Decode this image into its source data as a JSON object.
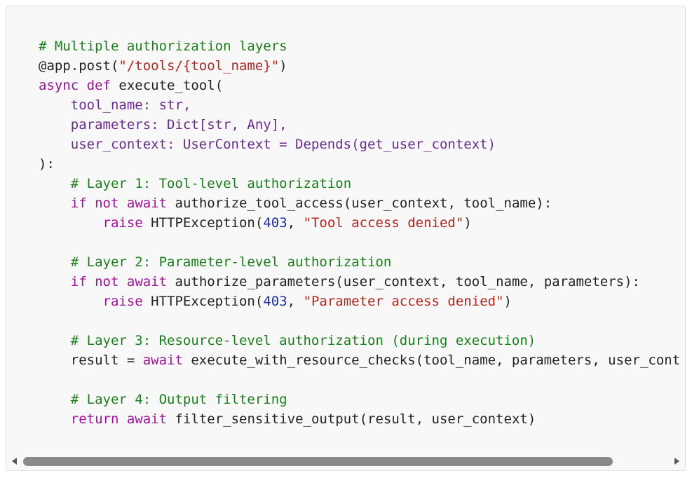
{
  "code": {
    "lines": [
      [
        {
          "t": "# Multiple authorization layers",
          "c": "cm"
        }
      ],
      [
        {
          "t": "@app.post(",
          "c": "fn"
        },
        {
          "t": "\"/tools/{tool_name}\"",
          "c": "st"
        },
        {
          "t": ")",
          "c": "fn"
        }
      ],
      [
        {
          "t": "async",
          "c": "kw"
        },
        {
          "t": " ",
          "c": "fn"
        },
        {
          "t": "def",
          "c": "kw"
        },
        {
          "t": " execute_tool(",
          "c": "fn"
        }
      ],
      [
        {
          "t": "    tool_name: str,",
          "c": "pm"
        }
      ],
      [
        {
          "t": "    parameters: Dict[str, Any],",
          "c": "pm"
        }
      ],
      [
        {
          "t": "    user_context: UserContext = Depends(get_user_context)",
          "c": "pm"
        }
      ],
      [
        {
          "t": "):",
          "c": "fn"
        }
      ],
      [
        {
          "t": "    ",
          "c": "fn"
        },
        {
          "t": "# Layer 1: Tool-level authorization",
          "c": "cm"
        }
      ],
      [
        {
          "t": "    ",
          "c": "fn"
        },
        {
          "t": "if",
          "c": "kw"
        },
        {
          "t": " ",
          "c": "fn"
        },
        {
          "t": "not",
          "c": "kw"
        },
        {
          "t": " ",
          "c": "fn"
        },
        {
          "t": "await",
          "c": "kw"
        },
        {
          "t": " authorize_tool_access(user_context, tool_name):",
          "c": "fn"
        }
      ],
      [
        {
          "t": "        ",
          "c": "fn"
        },
        {
          "t": "raise",
          "c": "kw"
        },
        {
          "t": " HTTPException(",
          "c": "fn"
        },
        {
          "t": "403",
          "c": "nm"
        },
        {
          "t": ", ",
          "c": "fn"
        },
        {
          "t": "\"Tool access denied\"",
          "c": "st"
        },
        {
          "t": ")",
          "c": "fn"
        }
      ],
      [
        {
          "t": "",
          "c": "fn"
        }
      ],
      [
        {
          "t": "    ",
          "c": "fn"
        },
        {
          "t": "# Layer 2: Parameter-level authorization",
          "c": "cm"
        }
      ],
      [
        {
          "t": "    ",
          "c": "fn"
        },
        {
          "t": "if",
          "c": "kw"
        },
        {
          "t": " ",
          "c": "fn"
        },
        {
          "t": "not",
          "c": "kw"
        },
        {
          "t": " ",
          "c": "fn"
        },
        {
          "t": "await",
          "c": "kw"
        },
        {
          "t": " authorize_parameters(user_context, tool_name, parameters):",
          "c": "fn"
        }
      ],
      [
        {
          "t": "        ",
          "c": "fn"
        },
        {
          "t": "raise",
          "c": "kw"
        },
        {
          "t": " HTTPException(",
          "c": "fn"
        },
        {
          "t": "403",
          "c": "nm"
        },
        {
          "t": ", ",
          "c": "fn"
        },
        {
          "t": "\"Parameter access denied\"",
          "c": "st"
        },
        {
          "t": ")",
          "c": "fn"
        }
      ],
      [
        {
          "t": "",
          "c": "fn"
        }
      ],
      [
        {
          "t": "    ",
          "c": "fn"
        },
        {
          "t": "# Layer 3: Resource-level authorization (during execution)",
          "c": "cm"
        }
      ],
      [
        {
          "t": "    result = ",
          "c": "fn"
        },
        {
          "t": "await",
          "c": "kw"
        },
        {
          "t": " execute_with_resource_checks(tool_name, parameters, user_cont",
          "c": "fn"
        }
      ],
      [
        {
          "t": "",
          "c": "fn"
        }
      ],
      [
        {
          "t": "    ",
          "c": "fn"
        },
        {
          "t": "# Layer 4: Output filtering",
          "c": "cm"
        }
      ],
      [
        {
          "t": "    ",
          "c": "fn"
        },
        {
          "t": "return",
          "c": "kw"
        },
        {
          "t": " ",
          "c": "fn"
        },
        {
          "t": "await",
          "c": "kw"
        },
        {
          "t": " filter_sensitive_output(result, user_context)",
          "c": "fn"
        }
      ]
    ]
  },
  "scrollbar": {
    "left_icon": "scroll-left-arrow-icon",
    "right_icon": "scroll-right-arrow-icon",
    "thumb_fraction": 0.91,
    "thumb_position": 0.0
  },
  "colors": {
    "comment": "#1a7f1a",
    "keyword": "#a0109c",
    "string": "#b3261e",
    "number": "#1c2ea8",
    "param": "#6a2c8c",
    "text": "#222222",
    "background": "#f8f8f8"
  }
}
